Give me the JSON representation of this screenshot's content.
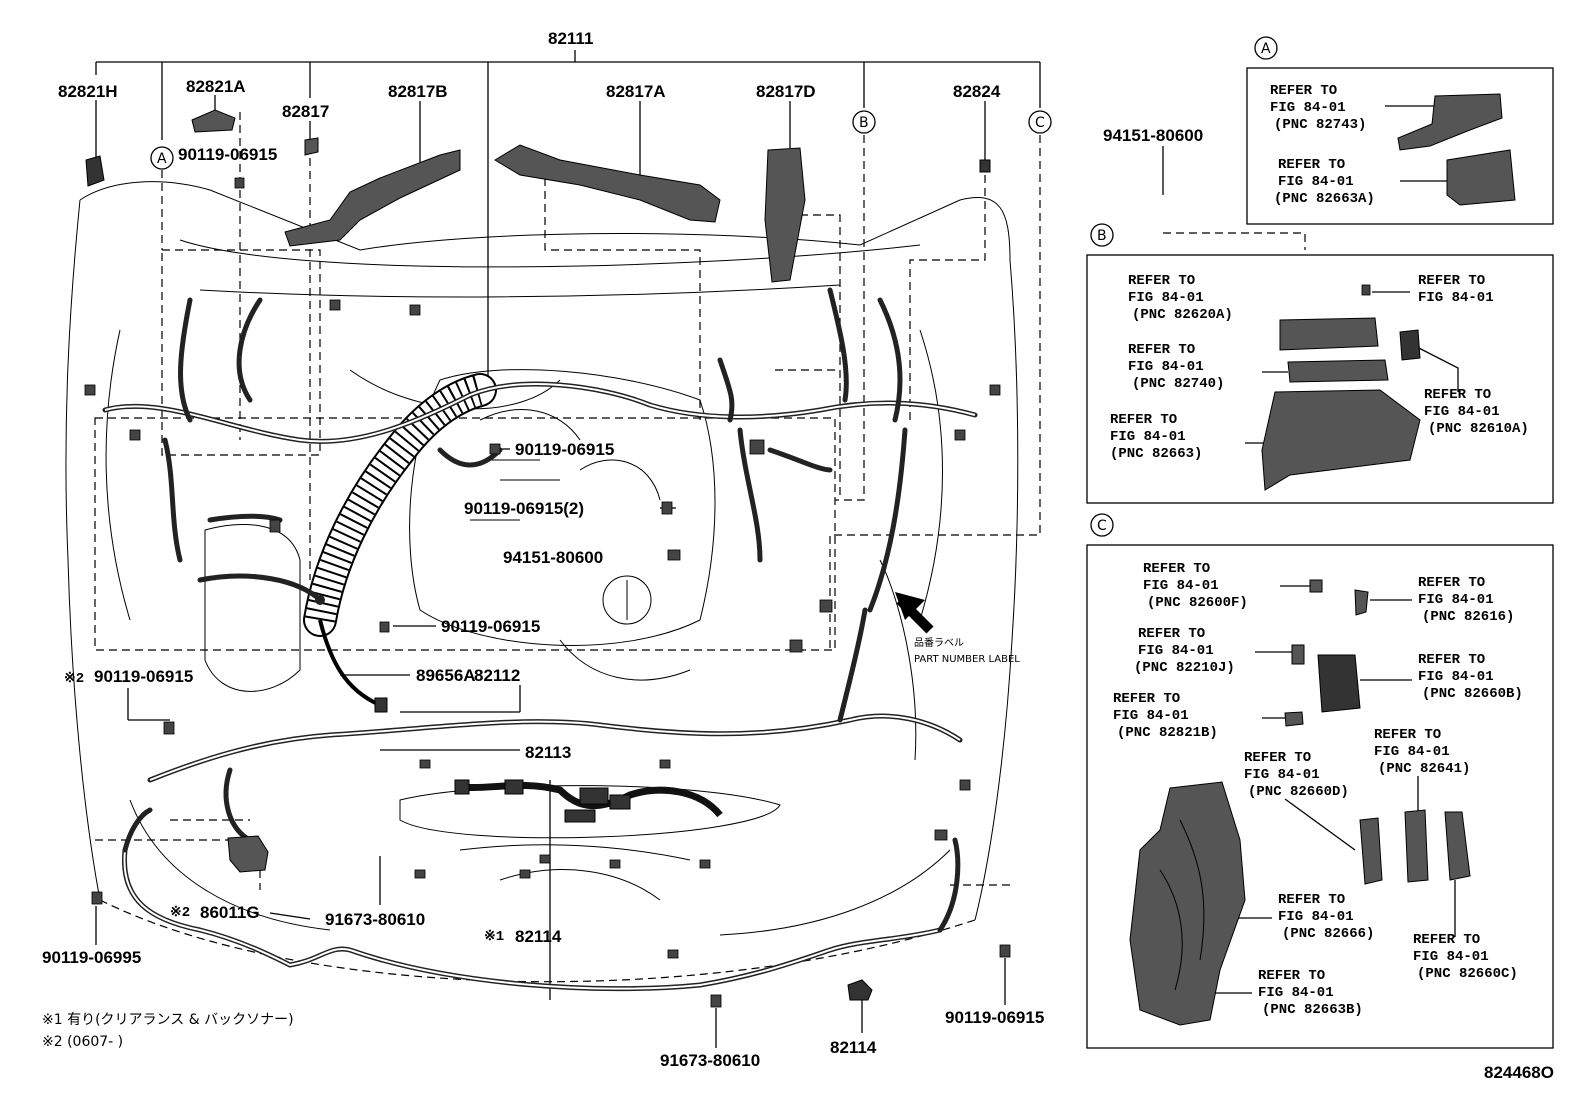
{
  "diagram": {
    "top_callout": "82111",
    "labels": {
      "p82821H": "82821H",
      "p82821A": "82821A",
      "p82817": "82817",
      "p82817B": "82817B",
      "p82817A": "82817A",
      "p82817D": "82817D",
      "p82824": "82824",
      "p9011906915_a": "90119-06915",
      "p9011906915_b": "90119-06915",
      "p9011906915_c2": "90119-06915(2)",
      "p9011906915_d": "90119-06915",
      "p9011906915_e": "90119-06915",
      "p9011906915_f": "90119-06915",
      "p9011906995": "90119-06995",
      "p9415180600_top": "94151-80600",
      "p9415180600_mid": "94151-80600",
      "p89656A": "89656A",
      "p82112": "82112",
      "p82113": "82113",
      "p86011G": "86011G",
      "p9167380610_a": "91673-80610",
      "p9167380610_b": "91673-80610",
      "p82114_a": "82114",
      "p82114_b": "82114",
      "mark2_left": "※2",
      "mark2_86011G": "※2",
      "mark1_82114": "※1",
      "part_label_jp": "品番ラベル",
      "part_label_en": "PART NUMBER LABEL",
      "note1": "※1 有り(クリアランス & バックソナー)",
      "note2": "※2 (0607-        )",
      "figure_id": "824468O",
      "callout_A": "A",
      "callout_B": "B",
      "callout_C": "C"
    }
  },
  "inset_a": {
    "title": "A",
    "refs": [
      {
        "line1": "REFER TO",
        "line2": "FIG 84-01",
        "line3": "(PNC 82743)"
      },
      {
        "line1": "REFER TO",
        "line2": "FIG 84-01",
        "line3": "(PNC 82663A)"
      }
    ]
  },
  "inset_b": {
    "title": "B",
    "refs": [
      {
        "line1": "REFER TO",
        "line2": "FIG 84-01",
        "line3": "(PNC 82620A)"
      },
      {
        "line1": "REFER TO",
        "line2": "FIG 84-01",
        "line3": ""
      },
      {
        "line1": "REFER TO",
        "line2": "FIG 84-01",
        "line3": "(PNC 82740)"
      },
      {
        "line1": "REFER TO",
        "line2": "FIG 84-01",
        "line3": "(PNC 82610A)"
      },
      {
        "line1": "REFER TO",
        "line2": "FIG 84-01",
        "line3": "(PNC 82663)"
      }
    ]
  },
  "inset_c": {
    "title": "C",
    "refs": [
      {
        "line1": "REFER TO",
        "line2": "FIG 84-01",
        "line3": "(PNC 82600F)"
      },
      {
        "line1": "REFER TO",
        "line2": "FIG 84-01",
        "line3": "(PNC 82616)"
      },
      {
        "line1": "REFER TO",
        "line2": "FIG 84-01",
        "line3": "(PNC 82210J)"
      },
      {
        "line1": "REFER TO",
        "line2": "FIG 84-01",
        "line3": "(PNC 82660B)"
      },
      {
        "line1": "REFER TO",
        "line2": "FIG 84-01",
        "line3": "(PNC 82821B)"
      },
      {
        "line1": "REFER TO",
        "line2": "FIG 84-01",
        "line3": "(PNC 82641)"
      },
      {
        "line1": "REFER TO",
        "line2": "FIG 84-01",
        "line3": "(PNC 82660D)"
      },
      {
        "line1": "REFER TO",
        "line2": "FIG 84-01",
        "line3": "(PNC 82666)"
      },
      {
        "line1": "REFER TO",
        "line2": "FIG 84-01",
        "line3": "(PNC 82660C)"
      },
      {
        "line1": "REFER TO",
        "line2": "FIG 84-01",
        "line3": "(PNC 82663B)"
      }
    ]
  }
}
